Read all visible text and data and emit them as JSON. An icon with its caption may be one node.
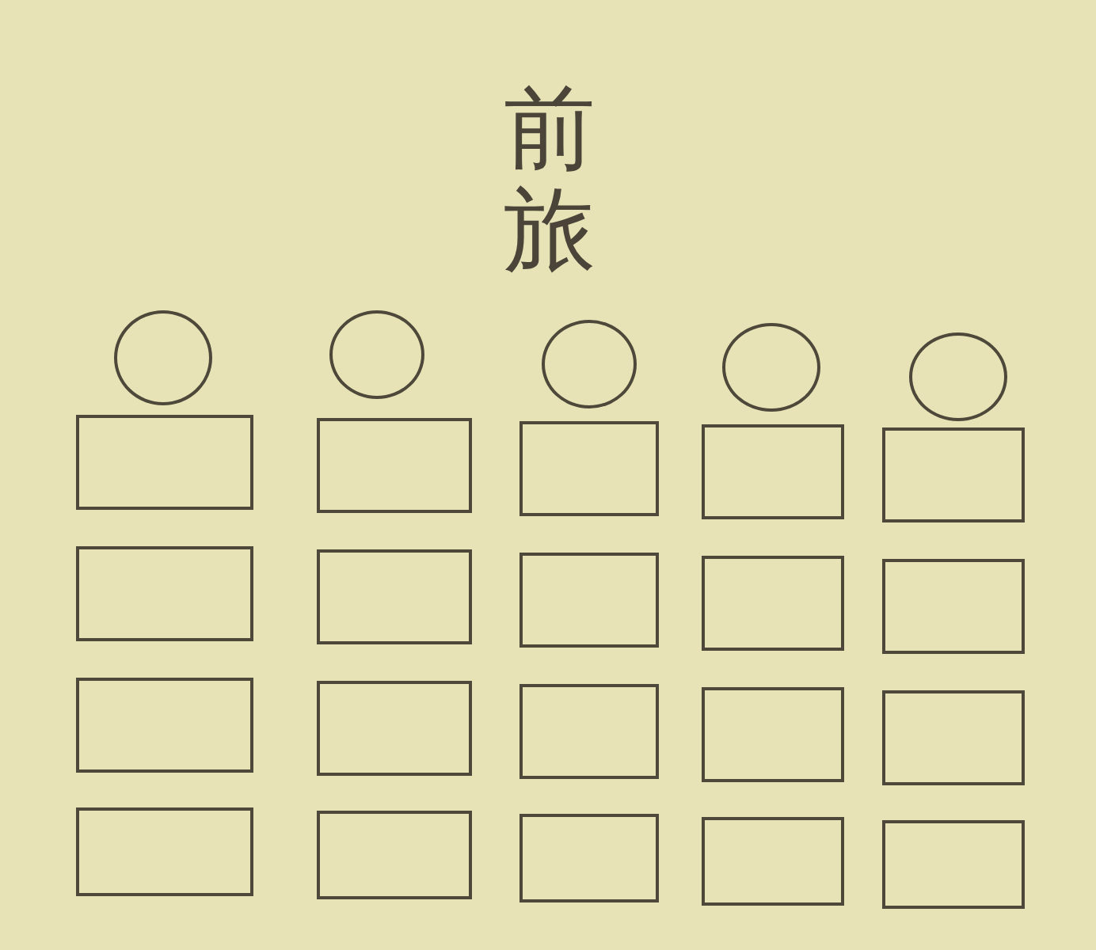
{
  "diagram": {
    "title": "前旅",
    "nodes": [
      {
        "text": [],
        "shape": "circle"
      },
      {
        "text": [],
        "shape": "circle"
      },
      {
        "text": [],
        "shape": "circle"
      },
      {
        "text": [],
        "shape": "circle"
      },
      {
        "text": [],
        "shape": "circle"
      },
      {
        "text": [],
        "shape": "box"
      },
      {
        "text": [],
        "shape": "box"
      },
      {
        "text": [],
        "shape": "box"
      },
      {
        "text": [],
        "shape": "box"
      },
      {
        "text": [],
        "shape": "box"
      },
      {
        "text": [],
        "shape": "box"
      },
      {
        "text": [],
        "shape": "box"
      },
      {
        "text": [],
        "shape": "box"
      },
      {
        "text": [],
        "shape": "box"
      },
      {
        "text": [],
        "shape": "box"
      },
      {
        "text": [],
        "shape": "box"
      },
      {
        "text": [],
        "shape": "box"
      },
      {
        "text": [],
        "shape": "box"
      },
      {
        "text": [],
        "shape": "box"
      },
      {
        "text": [],
        "shape": "box"
      },
      {
        "text": [],
        "shape": "box"
      },
      {
        "text": [],
        "shape": "box"
      },
      {
        "text": [],
        "shape": "box"
      },
      {
        "text": [],
        "shape": "box"
      },
      {
        "text": [],
        "shape": "box"
      }
    ]
  }
}
